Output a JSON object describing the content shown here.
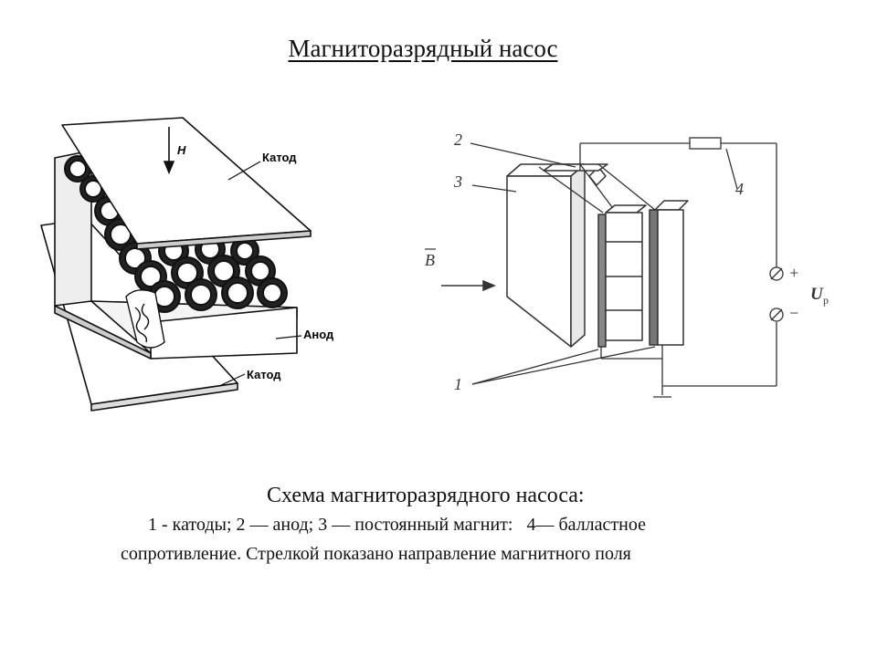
{
  "title": "Магниторазрядный насос",
  "left_diagram": {
    "label_h": "H",
    "label_cathode_top": "Катод",
    "label_anode": "Анод",
    "label_cathode_bottom": "Катод"
  },
  "right_diagram": {
    "label_1": "1",
    "label_2": "2",
    "label_3": "3",
    "label_4": "4",
    "label_b": "B",
    "label_plus": "+",
    "label_minus": "−",
    "label_u": "U",
    "label_u_sub": "р"
  },
  "caption": {
    "title": "Схема  магниторазрядного насоса:",
    "line1": "1 - катоды; 2 — анод; 3 — постоянный магнит:   4— балластное",
    "line2": "сопротивление. Стрелкой показано направление магнитного поля"
  }
}
